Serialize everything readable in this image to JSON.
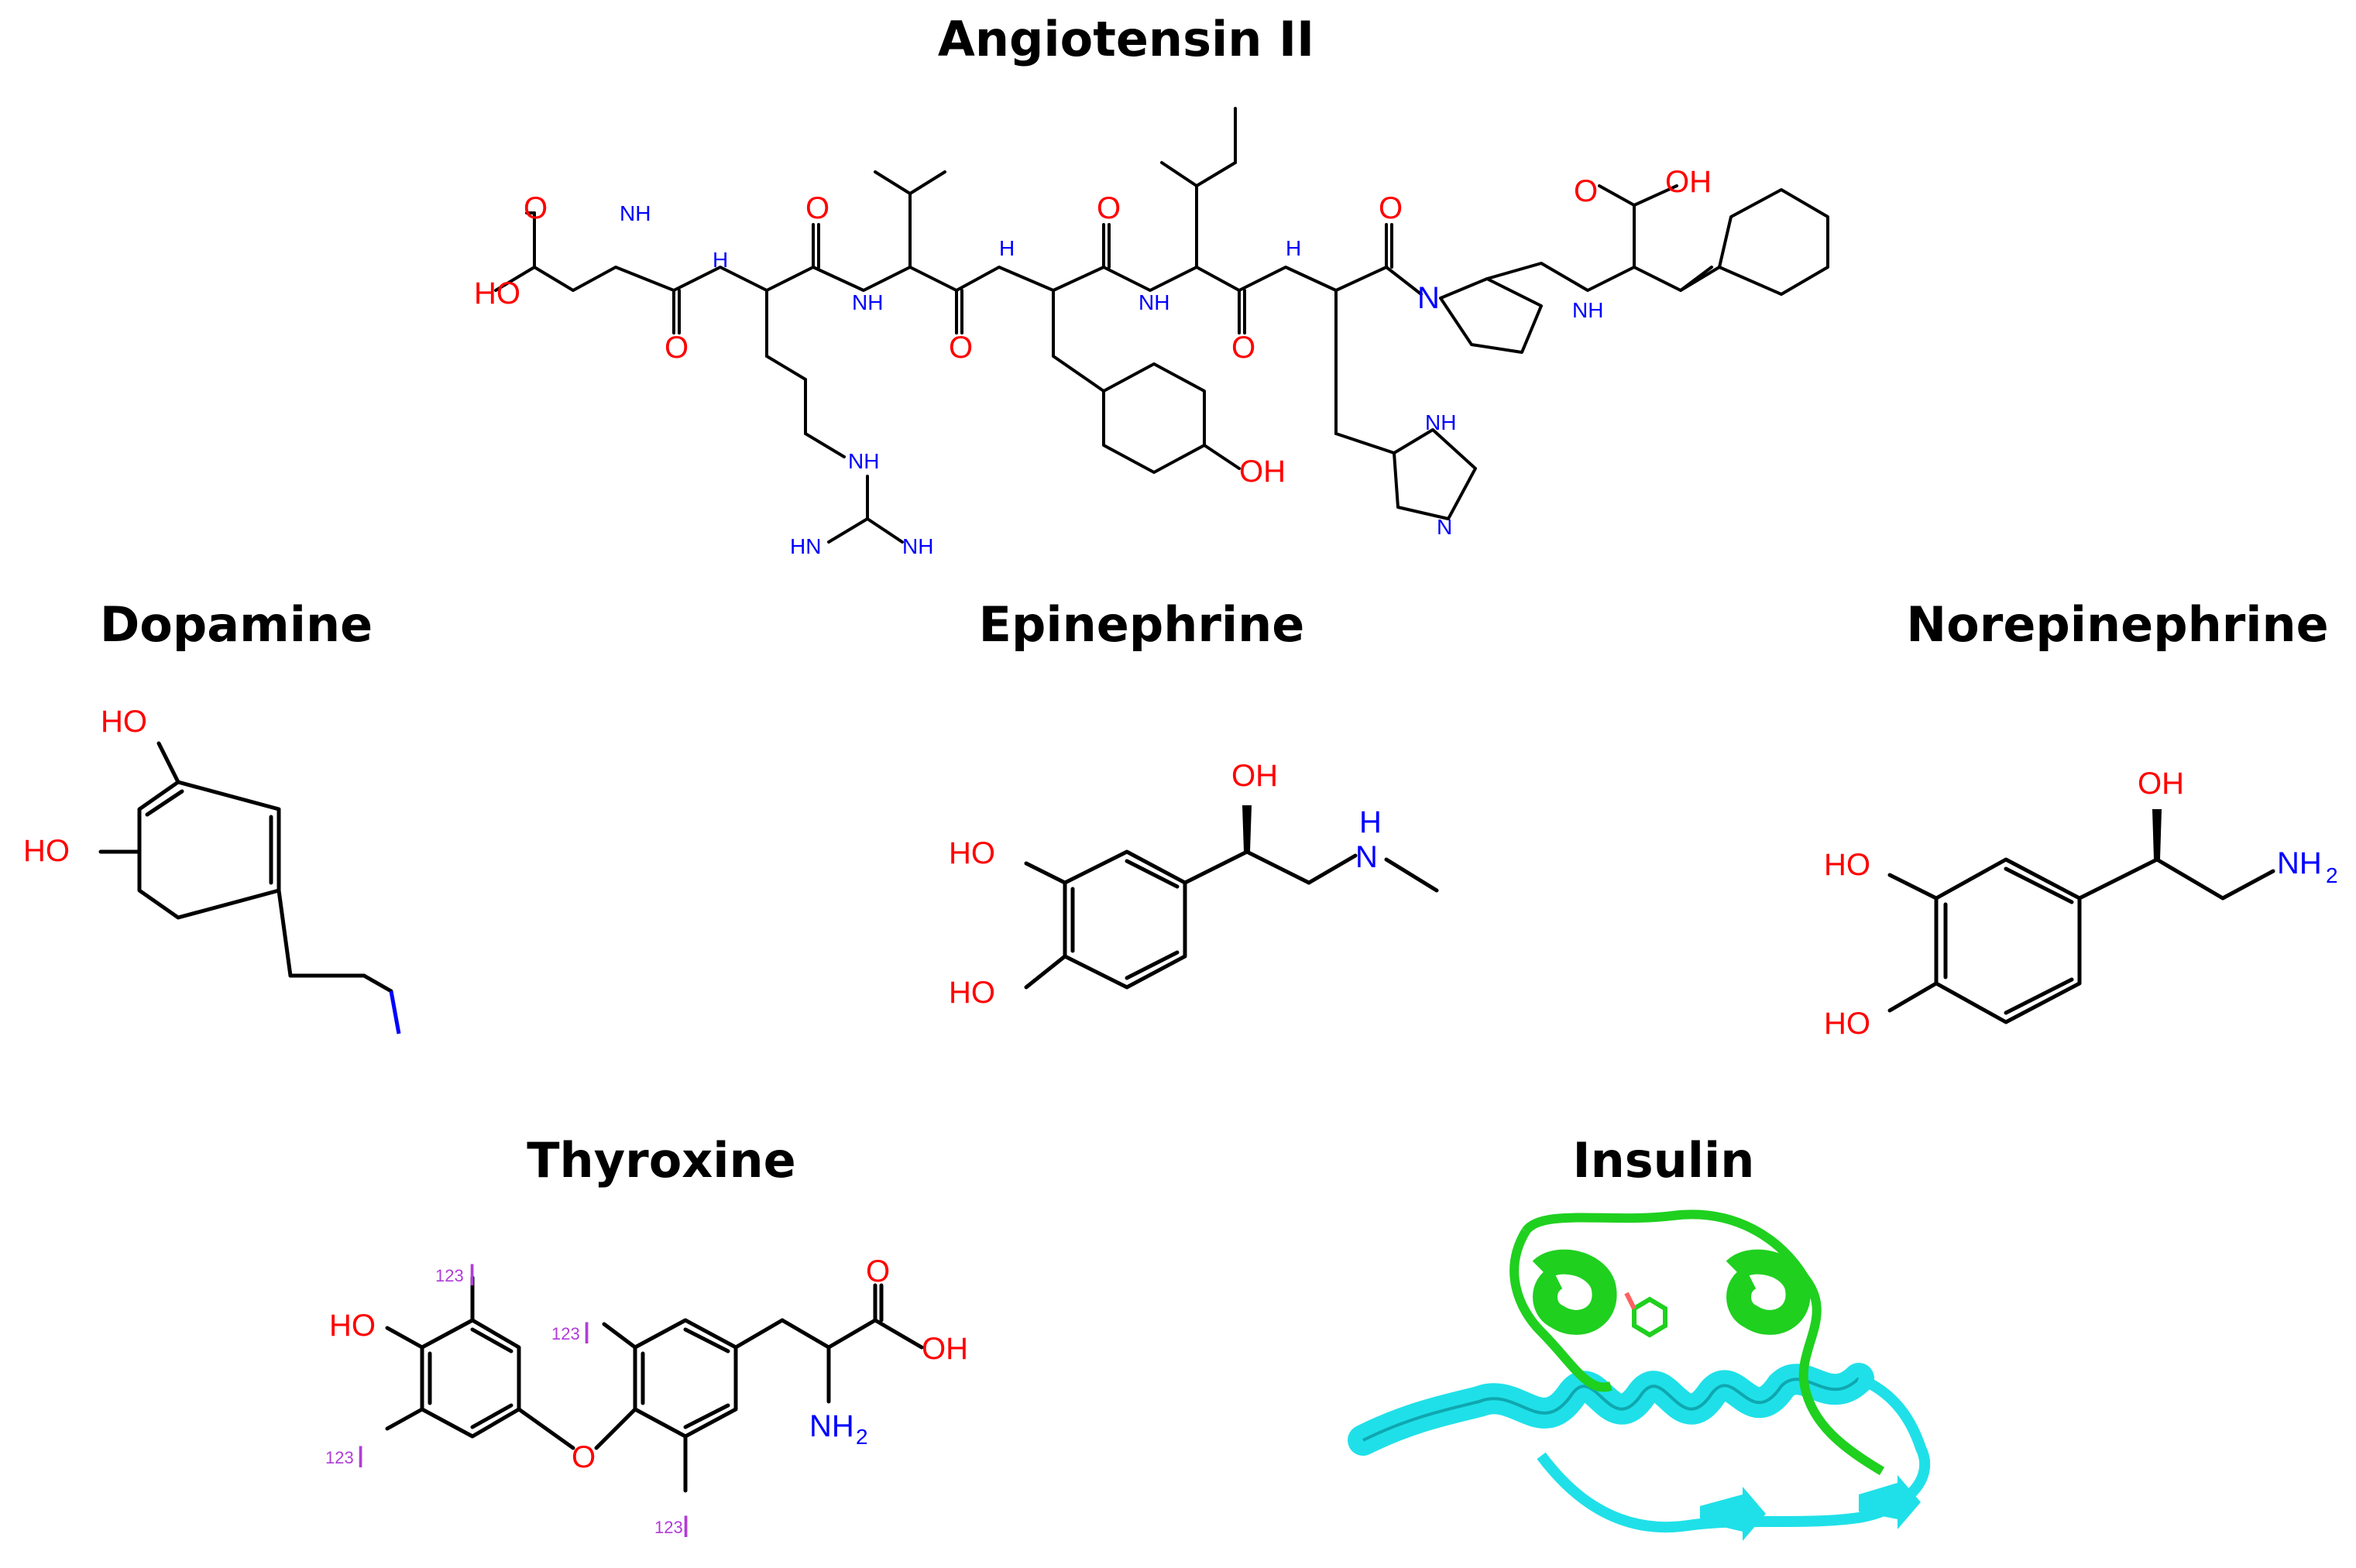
{
  "titles": {
    "angiotensin": "Angiotensin II",
    "dopamine": "Dopamine",
    "epinephrine": "Epinephrine",
    "norepinephrine": "Norepinephrine",
    "thyroxine": "Thyroxine",
    "insulin": "Insulin"
  },
  "atoms": {
    "oh": "OH",
    "ho": "HO",
    "o": "O",
    "nh": "NH",
    "n": "N",
    "h": "H",
    "nh2": "NH",
    "sub2": "2",
    "hn": "HN",
    "i": "I",
    "iso123": "123"
  },
  "colors": {
    "oxygen": "#ff0000",
    "nitrogen": "#0000ff",
    "carbon": "#000000",
    "iodine": "#b03cd8",
    "insulin_chain_a": "#1fd01f",
    "insulin_chain_b": "#1fe0e8"
  }
}
